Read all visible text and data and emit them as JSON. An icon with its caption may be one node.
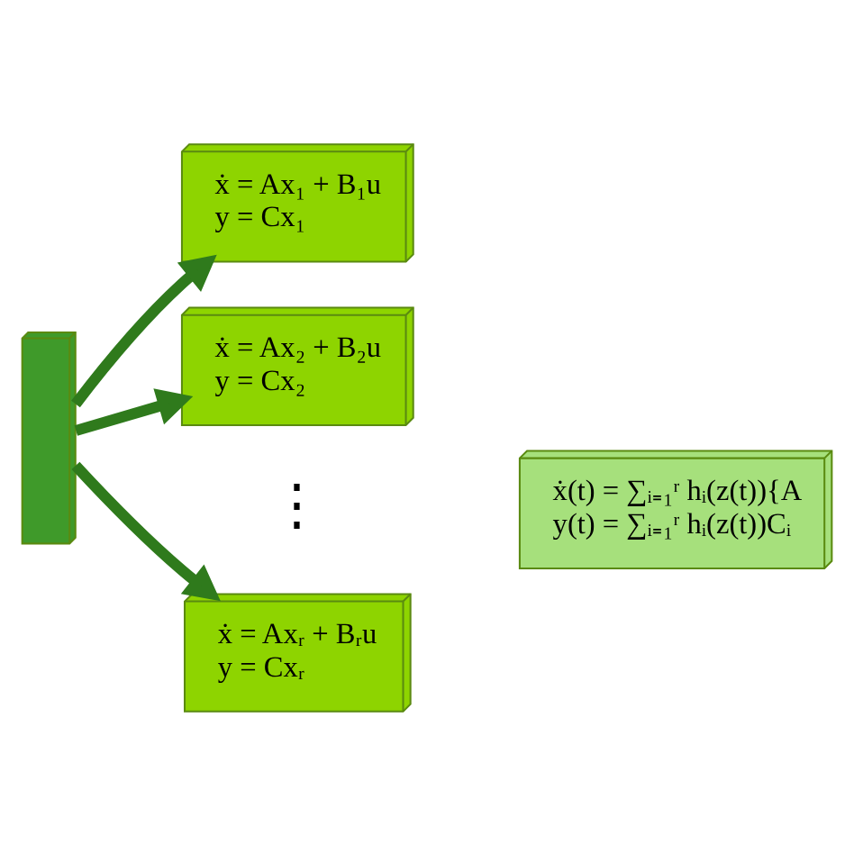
{
  "diagram": {
    "nodes": [
      {
        "text": [],
        "shape": "box"
      },
      {
        "text": [
          "ẋ = Ax₁ + B₁u",
          "y = Cx₁"
        ]
      },
      {
        "text": [
          "ẋ = Ax₂ + B₂u",
          "y = Cx₂"
        ]
      },
      {
        "text": [
          "ẋ = Axᵣ + Bᵣu",
          "y = Cxᵣ"
        ]
      },
      {
        "text": [
          "ẋ(t) = ∑ᵢ₌₁ʳ hᵢ(z(t)){A",
          "y(t) = ∑ᵢ₌₁ʳ hᵢ(z(t))Cᵢ"
        ]
      }
    ],
    "edges": [
      {
        "from": 0,
        "to": 1,
        "arrow": "to"
      },
      {
        "from": 0,
        "to": 2,
        "arrow": "to"
      },
      {
        "from": 0,
        "to": 3,
        "arrow": "to"
      }
    ],
    "labels": [
      "⋮"
    ]
  }
}
